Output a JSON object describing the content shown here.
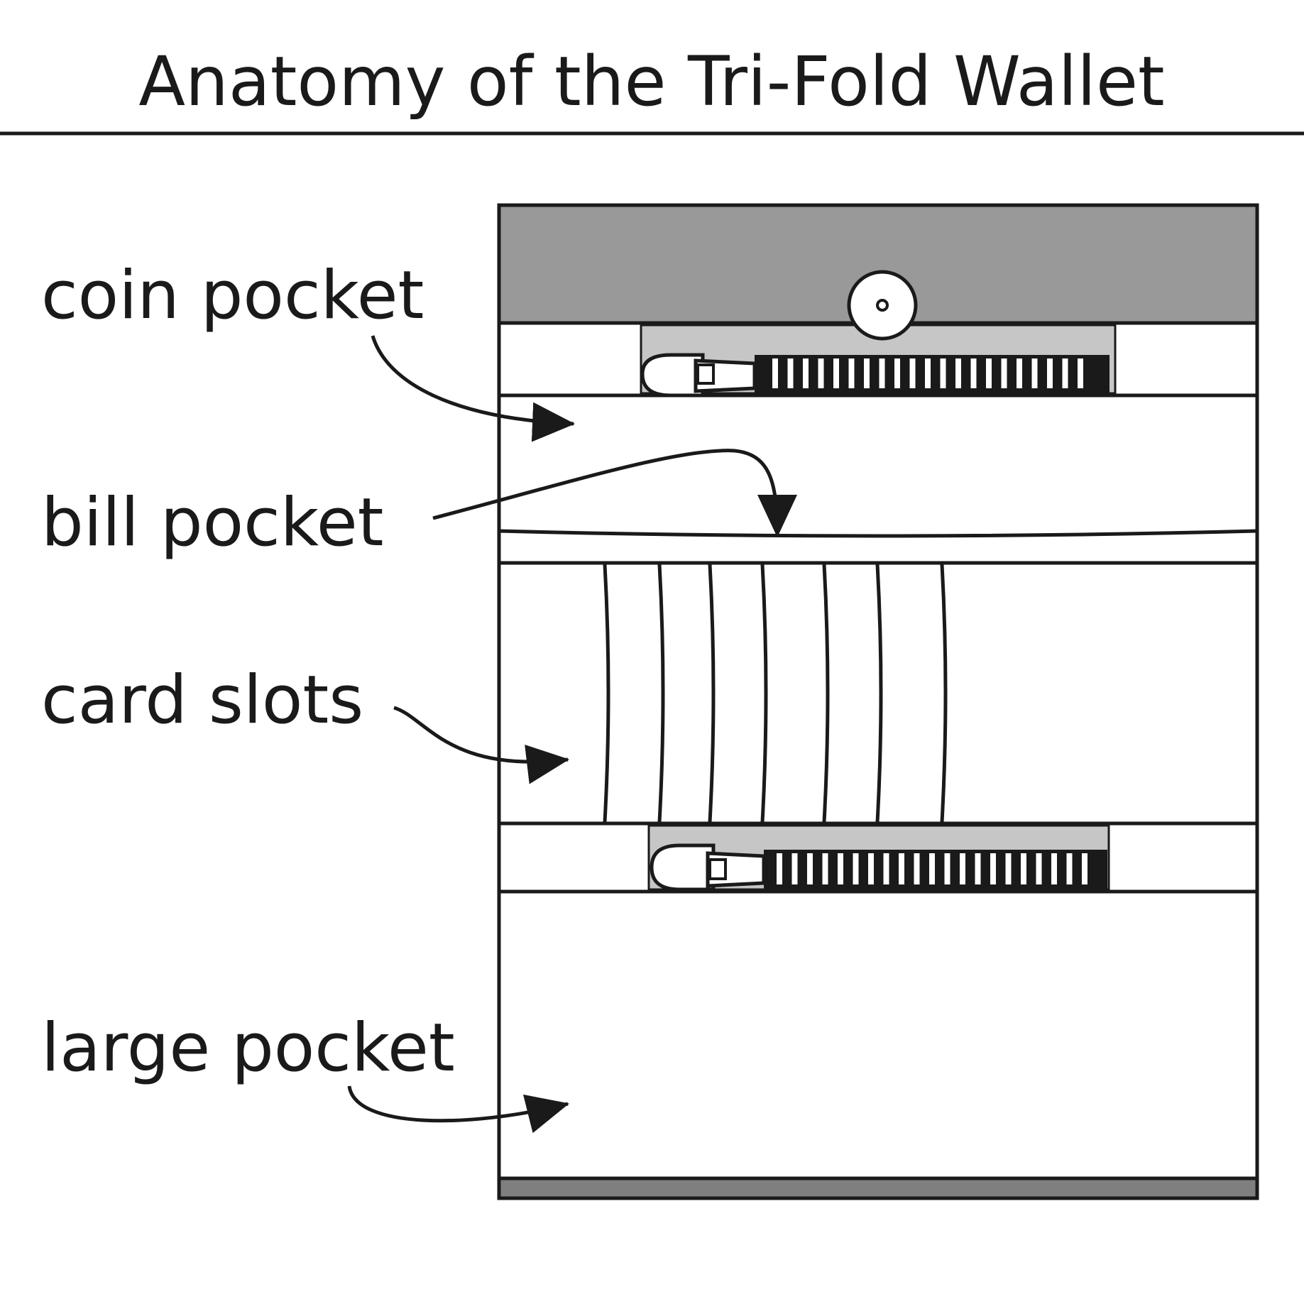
{
  "title": "Anatomy of the Tri-Fold Wallet",
  "labels": {
    "coin_pocket": "coin pocket",
    "bill_pocket": "bill pocket",
    "card_slots": "card slots",
    "large_pocket": "large pocket"
  },
  "colors": {
    "ink": "#1a1a1a",
    "flap": "#999999",
    "zipper_tape": "#c6c6c6",
    "bottom_trim": "#7f7f7f",
    "background": "#ffffff"
  },
  "icons": {
    "snap_button": "snap-button-icon",
    "zipper_pull": "zipper-pull-icon"
  }
}
